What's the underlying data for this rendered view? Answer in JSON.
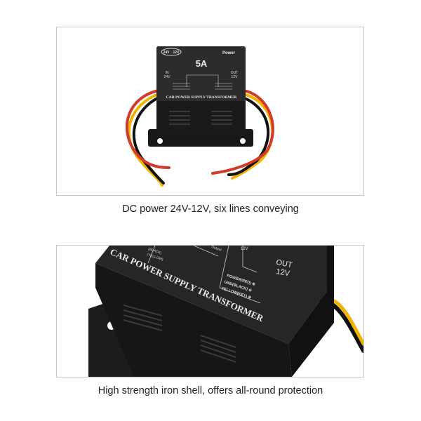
{
  "panels": [
    {
      "caption": "DC power 24V-12V, six lines conveying",
      "device": {
        "badge": "24V→12V",
        "power_label": "Power",
        "rating": "5A",
        "in_label": "IN",
        "in_voltage": "24V",
        "out_label": "OUT",
        "out_voltage": "12V",
        "brand_text": "CAR POWER SUPPLY TRANSFORMER"
      }
    },
    {
      "caption": "High strength iron shell, offers all-round protection",
      "device": {
        "brand_text": "CAR POWER SUPPLY TRANSFORMER",
        "out_label": "OUT",
        "out_voltage": "12V",
        "wire_labels": [
          "POWER(RED) ⊕",
          "GND(BLACK) ⊖",
          "YELLOW(KEY) ⊕"
        ],
        "partial_labels": [
          "(BLACK)",
          "(YELLOW)",
          "Output",
          "12V"
        ]
      }
    }
  ],
  "colors": {
    "frame_border": "#b9cad9",
    "device": "#1e1e1e",
    "wire_red": "#d23a2a",
    "wire_yellow": "#f0b400",
    "wire_black": "#111111"
  }
}
